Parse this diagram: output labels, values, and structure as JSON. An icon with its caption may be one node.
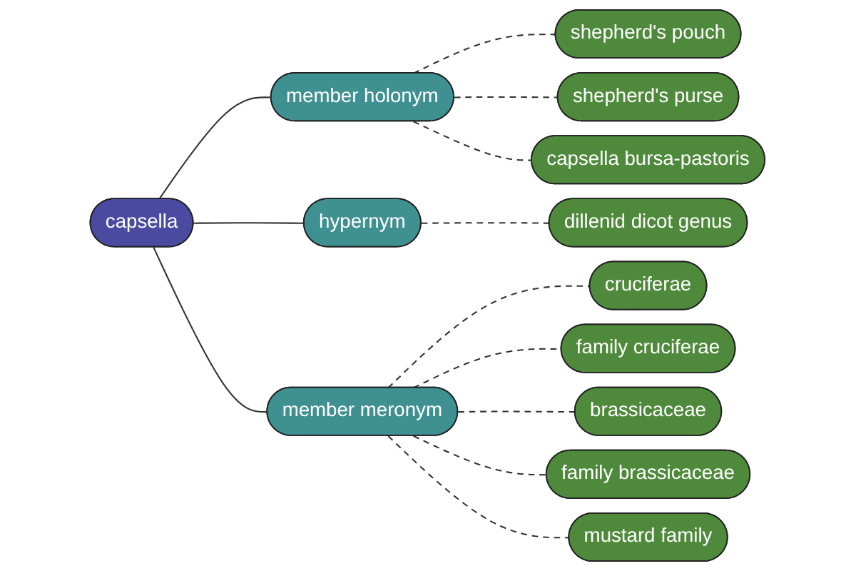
{
  "diagram": {
    "nodes": [
      {
        "text": [
          "capsella"
        ]
      },
      {
        "text": [
          "member holonym"
        ]
      },
      {
        "text": [
          "shepherd's pouch"
        ]
      },
      {
        "text": [
          "shepherd's purse"
        ]
      },
      {
        "text": [
          "capsella bursa-pastoris"
        ]
      },
      {
        "text": [
          "hypernym"
        ]
      },
      {
        "text": [
          "dillenid dicot genus"
        ]
      },
      {
        "text": [
          "member meronym"
        ]
      },
      {
        "text": [
          "cruciferae"
        ]
      },
      {
        "text": [
          "family cruciferae"
        ]
      },
      {
        "text": [
          "brassicaceae"
        ]
      },
      {
        "text": [
          "family brassicaceae"
        ]
      },
      {
        "text": [
          "mustard family"
        ]
      }
    ],
    "edges": [
      {
        "from": 0,
        "to": 1,
        "arrow": "none"
      },
      {
        "from": 1,
        "to": 2,
        "arrow": "none",
        "style": "dashed"
      },
      {
        "from": 1,
        "to": 3,
        "arrow": "none",
        "style": "dashed"
      },
      {
        "from": 1,
        "to": 4,
        "arrow": "none",
        "style": "dashed"
      },
      {
        "from": 0,
        "to": 5,
        "arrow": "none"
      },
      {
        "from": 5,
        "to": 6,
        "arrow": "none",
        "style": "dashed"
      },
      {
        "from": 0,
        "to": 7,
        "arrow": "none"
      },
      {
        "from": 7,
        "to": 8,
        "arrow": "none",
        "style": "dashed"
      },
      {
        "from": 7,
        "to": 9,
        "arrow": "none",
        "style": "dashed"
      },
      {
        "from": 7,
        "to": 10,
        "arrow": "none",
        "style": "dashed"
      },
      {
        "from": 7,
        "to": 11,
        "arrow": "none",
        "style": "dashed"
      },
      {
        "from": 7,
        "to": 12,
        "arrow": "none",
        "style": "dashed"
      }
    ]
  }
}
